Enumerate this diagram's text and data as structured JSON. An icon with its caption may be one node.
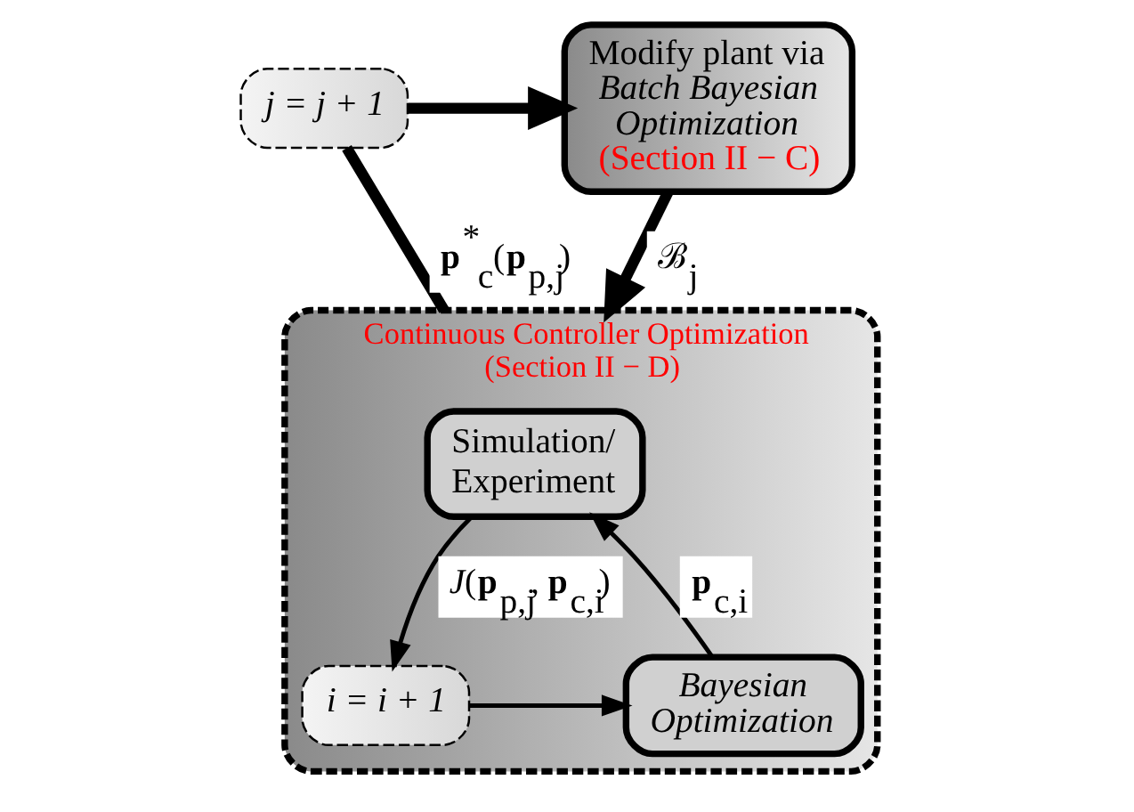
{
  "diagram": {
    "nodes": [
      {
        "text": [
          "Modify plant via *Batch Bayesian Optimization*",
          "(Section II − C)"
        ]
      },
      {
        "text": [
          "j = j + 1"
        ]
      },
      {
        "text": [
          "Continuous Controller Optimization",
          "(Section II − D)"
        ]
      },
      {
        "text": [
          "Simulation/ Experiment"
        ],
        "in": 2
      },
      {
        "text": [
          "i = i + 1"
        ],
        "in": 2
      },
      {
        "text": [
          "Bayesian Optimization"
        ],
        "in": 2
      }
    ],
    "edges": [
      {
        "from": 0,
        "to": 2,
        "arrow": "to",
        "label": "ℬ$_{j}$",
        "style": "thick"
      },
      {
        "from": 2,
        "to": 1,
        "arrow": "none",
        "label": "**p**$^{*}$$_{c}$(**p**$_{p,j}$)",
        "style": "thick"
      },
      {
        "from": 1,
        "to": 0,
        "arrow": "to",
        "style": "thick"
      },
      {
        "from": 3,
        "to": 4,
        "arrow": "to",
        "label": "*J*(**p**$_{p,j}$, **p**$_{c,i}$)"
      },
      {
        "from": 4,
        "to": 5,
        "arrow": "to"
      },
      {
        "from": 5,
        "to": 3,
        "arrow": "to",
        "label": "**p**$_{c,i}$"
      }
    ]
  }
}
